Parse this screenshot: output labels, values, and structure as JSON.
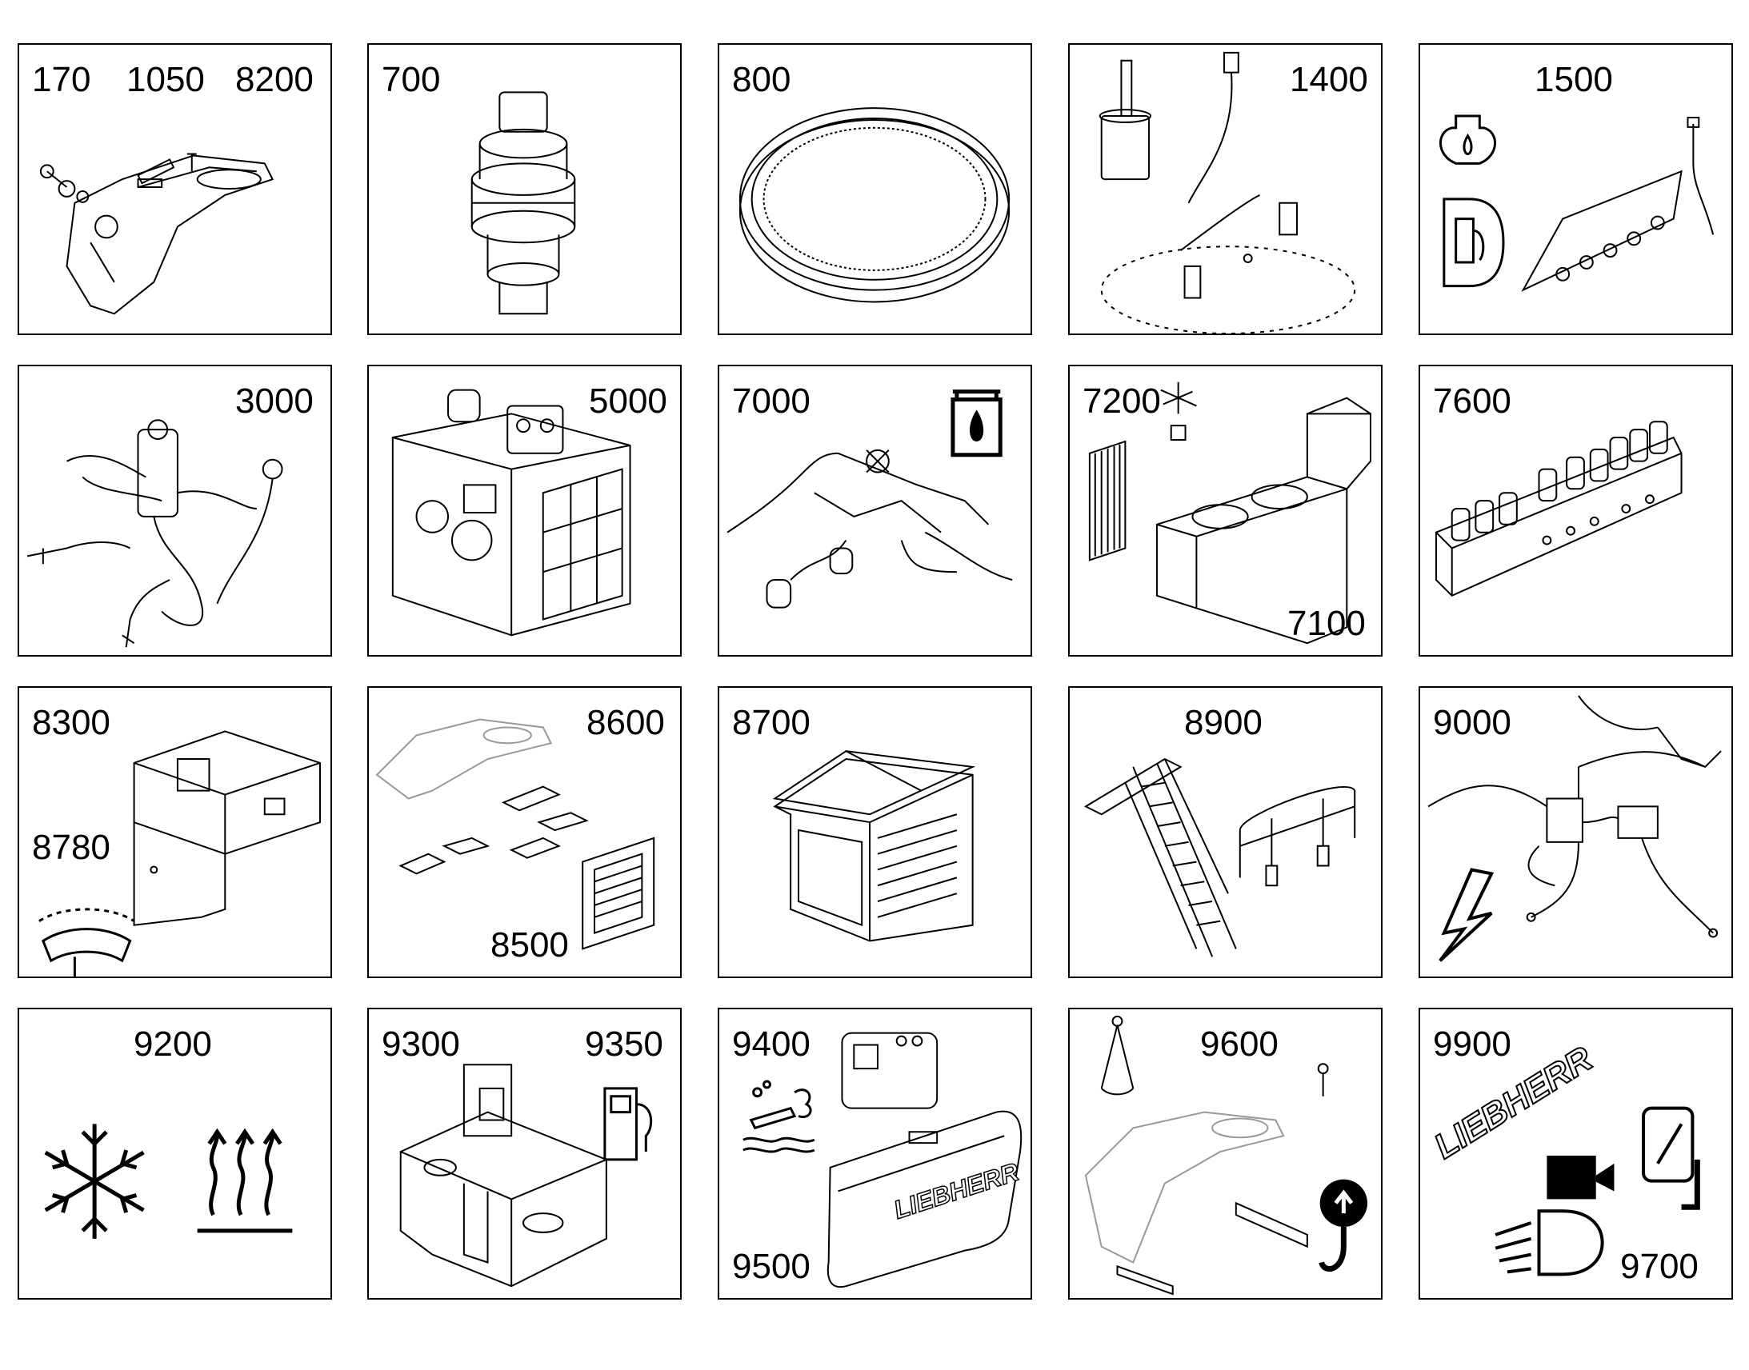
{
  "tiles": [
    {
      "id": "t170",
      "labels": [
        "170",
        "1050",
        "8200"
      ]
    },
    {
      "id": "t700",
      "labels": [
        "700"
      ]
    },
    {
      "id": "t800",
      "labels": [
        "800"
      ]
    },
    {
      "id": "t1400",
      "labels": [
        "1400"
      ]
    },
    {
      "id": "t1500",
      "labels": [
        "1500"
      ]
    },
    {
      "id": "t3000",
      "labels": [
        "3000"
      ]
    },
    {
      "id": "t5000",
      "labels": [
        "5000"
      ]
    },
    {
      "id": "t7000",
      "labels": [
        "7000"
      ]
    },
    {
      "id": "t7200",
      "labels": [
        "7200",
        "7100"
      ]
    },
    {
      "id": "t7600",
      "labels": [
        "7600"
      ]
    },
    {
      "id": "t8300",
      "labels": [
        "8300",
        "8780"
      ]
    },
    {
      "id": "t8600",
      "labels": [
        "8600",
        "8500"
      ]
    },
    {
      "id": "t8700",
      "labels": [
        "8700"
      ]
    },
    {
      "id": "t8900",
      "labels": [
        "8900"
      ]
    },
    {
      "id": "t9000",
      "labels": [
        "9000"
      ]
    },
    {
      "id": "t9200",
      "labels": [
        "9200"
      ]
    },
    {
      "id": "t9300",
      "labels": [
        "9300",
        "9350"
      ]
    },
    {
      "id": "t9400",
      "labels": [
        "9400",
        "9500"
      ]
    },
    {
      "id": "t9600",
      "labels": [
        "9600"
      ]
    },
    {
      "id": "t9900",
      "labels": [
        "9900",
        "9700"
      ]
    }
  ],
  "logos": {
    "brand_large": "LIEBHERR",
    "brand_cover": "LIEBHERR"
  },
  "icons": [
    "bolt-icon",
    "snowflake-icon",
    "heat-icon",
    "fuel-pump-icon",
    "camera-icon",
    "mirror-icon",
    "headlight-icon",
    "crane-hook-icon",
    "oil-drop-icon",
    "engine-oil-icon",
    "wiper-icon",
    "water-splash-icon",
    "lightning-icon"
  ]
}
